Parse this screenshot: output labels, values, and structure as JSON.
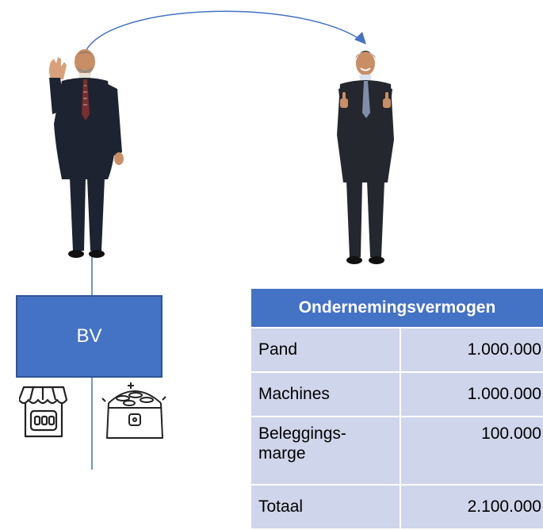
{
  "bv_box": {
    "label": "BV"
  },
  "table": {
    "header": "Ondernemingsvermogen",
    "rows": [
      {
        "label": "Pand",
        "value": "1.000.000"
      },
      {
        "label": "Machines",
        "value": "1.000.000"
      },
      {
        "label": "Beleggings-\nmarge",
        "value": "100.000"
      },
      {
        "label": "Totaal",
        "value": "2.100.000"
      }
    ]
  },
  "colors": {
    "accent": "#4472c4",
    "accent_border": "#2f5597",
    "table_cell": "#cfd5ea",
    "icon_stroke": "#222222"
  },
  "icons": [
    "shop-icon",
    "treasure-chest-icon",
    "older-man-waving",
    "young-man-thumbs-up"
  ]
}
